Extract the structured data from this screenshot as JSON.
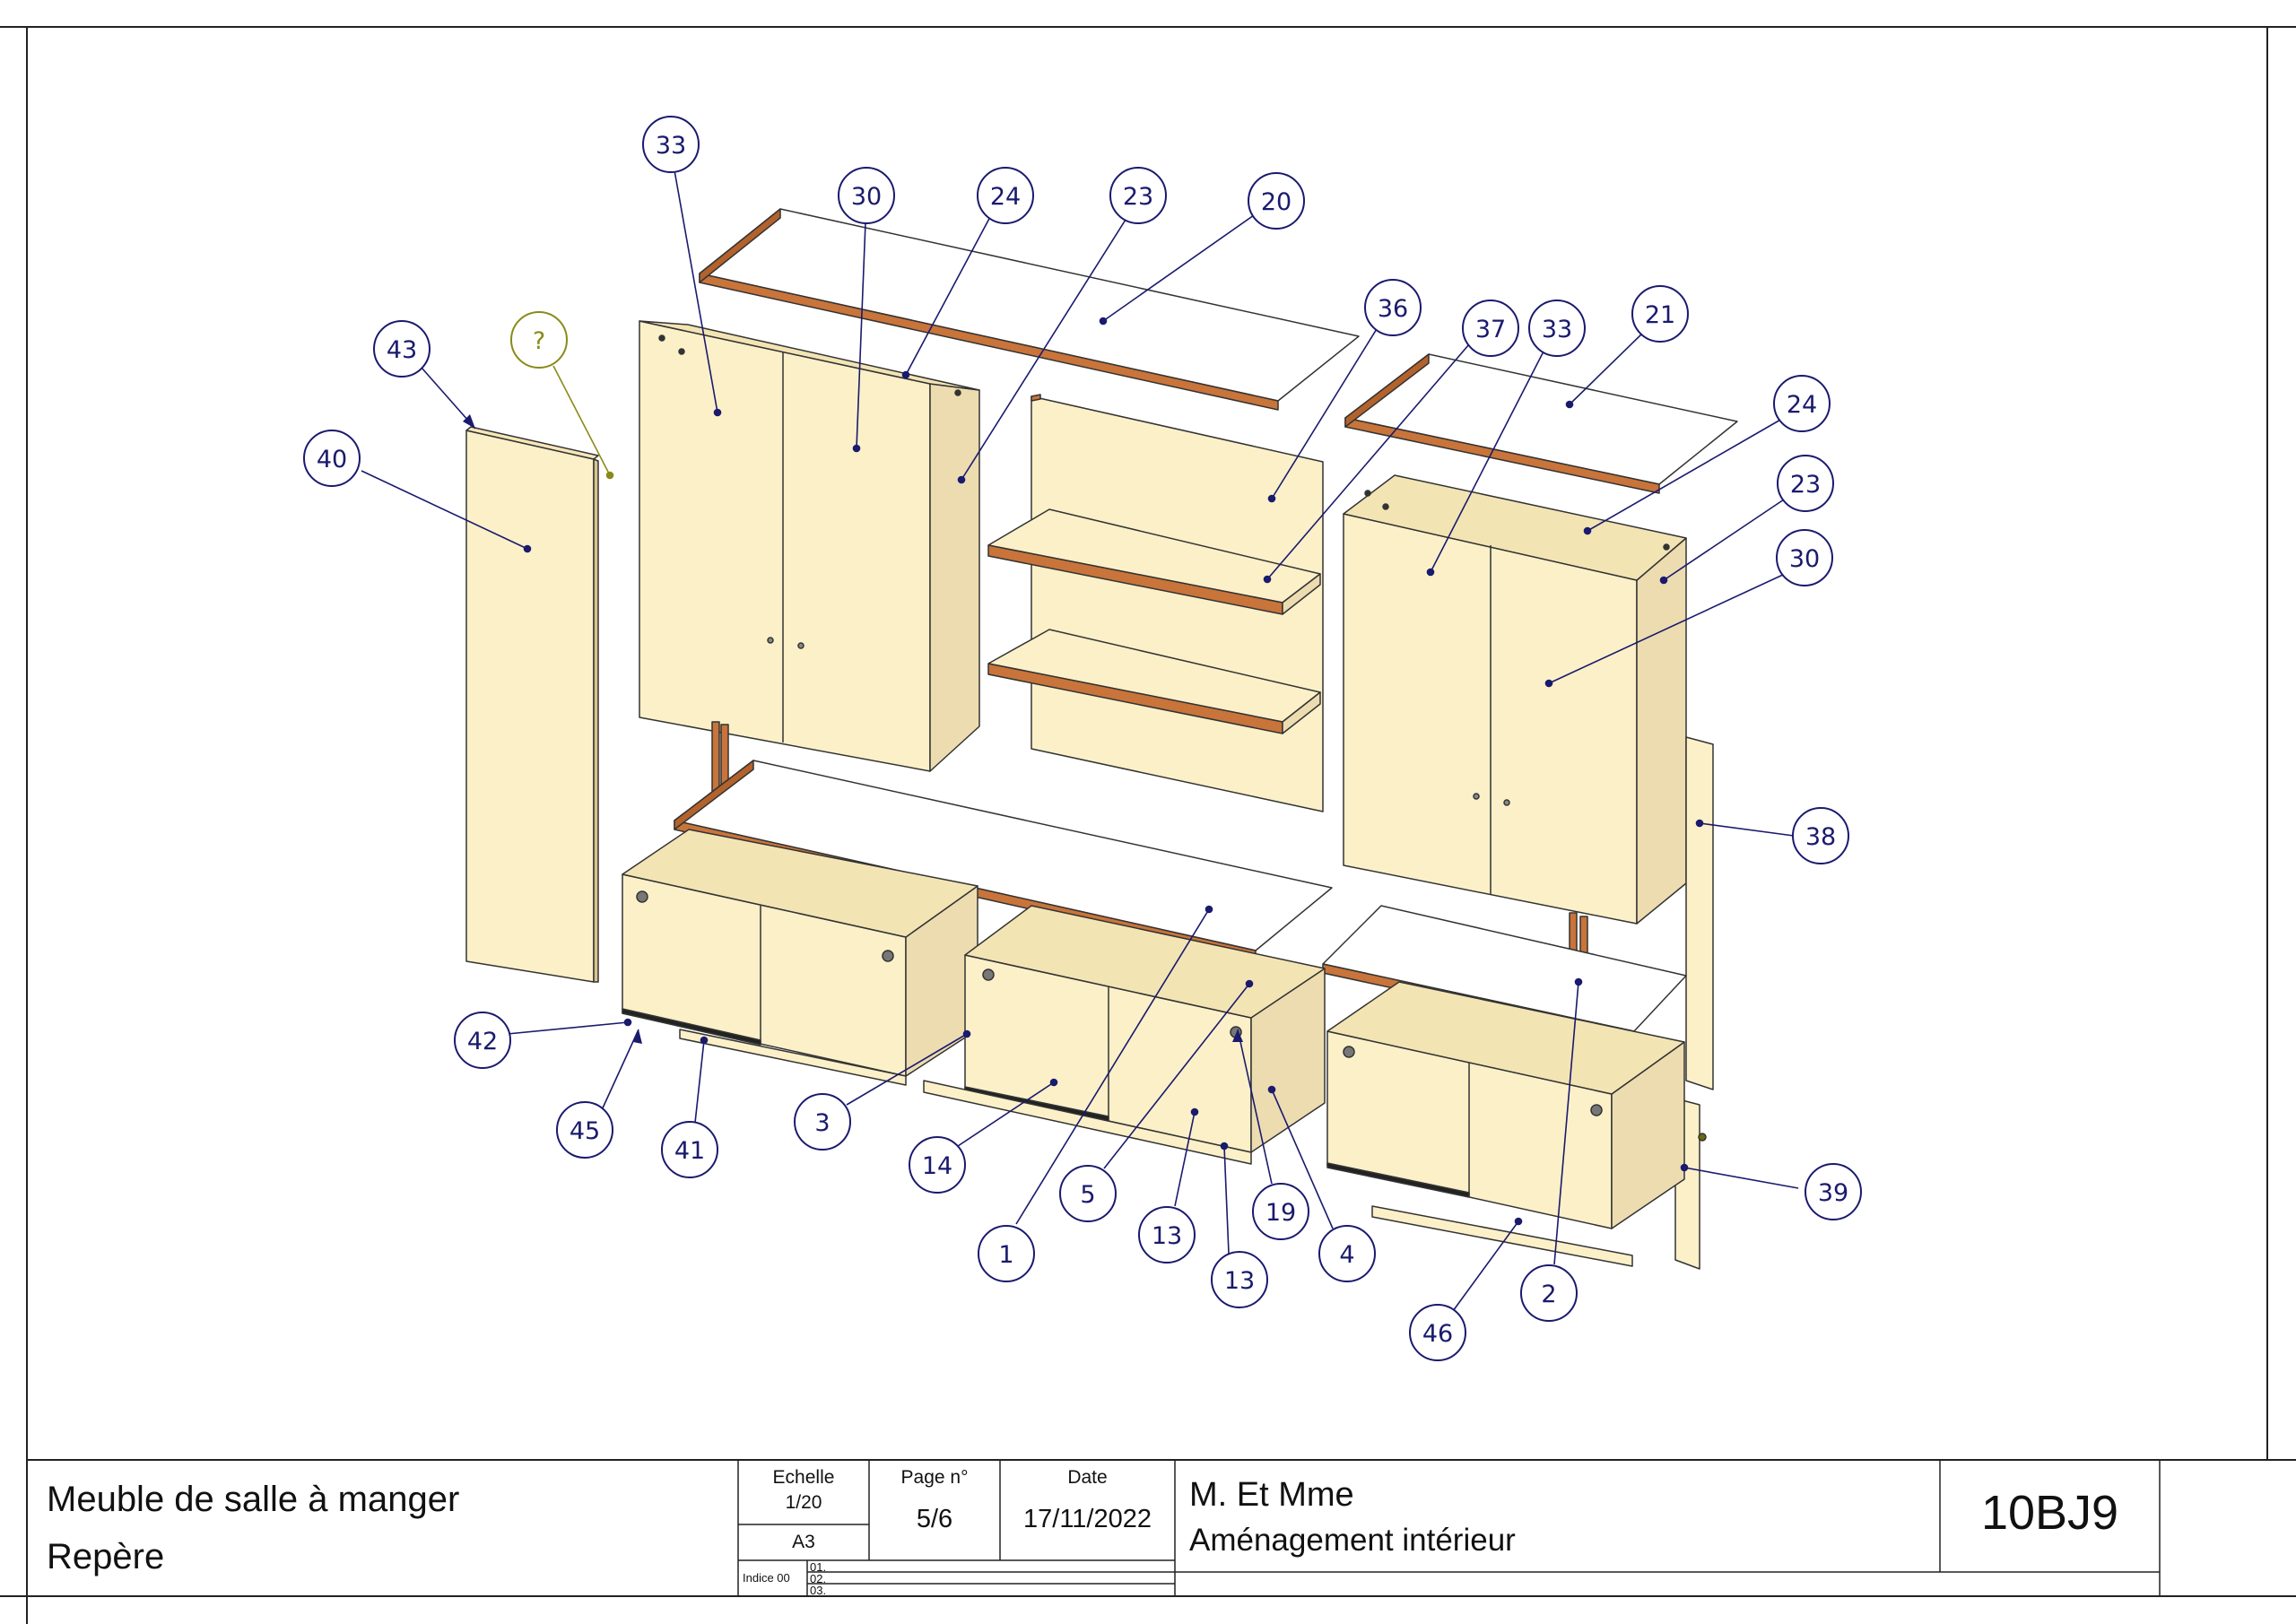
{
  "title_block": {
    "title_line1": "Meuble de salle à manger",
    "title_line2": "Repère",
    "echelle_label": "Echelle",
    "echelle_value": "1/20",
    "format": "A3",
    "page_label": "Page n°",
    "page_value": "5/6",
    "date_label": "Date",
    "date_value": "17/11/2022",
    "indice_label": "Indice 00",
    "indices": [
      "01.",
      "02.",
      "03."
    ],
    "client_line1": "M. Et Mme",
    "client_line2": "Aménagement intérieur",
    "reference": "10BJ9"
  },
  "callouts": [
    {
      "id": "c-33a",
      "label": "33"
    },
    {
      "id": "c-30a",
      "label": "30"
    },
    {
      "id": "c-24a",
      "label": "24"
    },
    {
      "id": "c-23a",
      "label": "23"
    },
    {
      "id": "c-20",
      "label": "20"
    },
    {
      "id": "c-43",
      "label": "43"
    },
    {
      "id": "c-q",
      "label": "?"
    },
    {
      "id": "c-40",
      "label": "40"
    },
    {
      "id": "c-36",
      "label": "36"
    },
    {
      "id": "c-37",
      "label": "37"
    },
    {
      "id": "c-33b",
      "label": "33"
    },
    {
      "id": "c-21",
      "label": "21"
    },
    {
      "id": "c-24b",
      "label": "24"
    },
    {
      "id": "c-23b",
      "label": "23"
    },
    {
      "id": "c-30b",
      "label": "30"
    },
    {
      "id": "c-38",
      "label": "38"
    },
    {
      "id": "c-42",
      "label": "42"
    },
    {
      "id": "c-45",
      "label": "45"
    },
    {
      "id": "c-41",
      "label": "41"
    },
    {
      "id": "c-3",
      "label": "3"
    },
    {
      "id": "c-14",
      "label": "14"
    },
    {
      "id": "c-5",
      "label": "5"
    },
    {
      "id": "c-1",
      "label": "1"
    },
    {
      "id": "c-13a",
      "label": "13"
    },
    {
      "id": "c-13b",
      "label": "13"
    },
    {
      "id": "c-19",
      "label": "19"
    },
    {
      "id": "c-4",
      "label": "4"
    },
    {
      "id": "c-46",
      "label": "46"
    },
    {
      "id": "c-2",
      "label": "2"
    },
    {
      "id": "c-39",
      "label": "39"
    }
  ],
  "colors": {
    "panel": "#fbf0c8",
    "panel_side": "#ecdcb0",
    "edge_wood": "#c8743a",
    "callout": "#1a1a6e",
    "callout_alt": "#8a8a1a",
    "frame": "#222222"
  }
}
